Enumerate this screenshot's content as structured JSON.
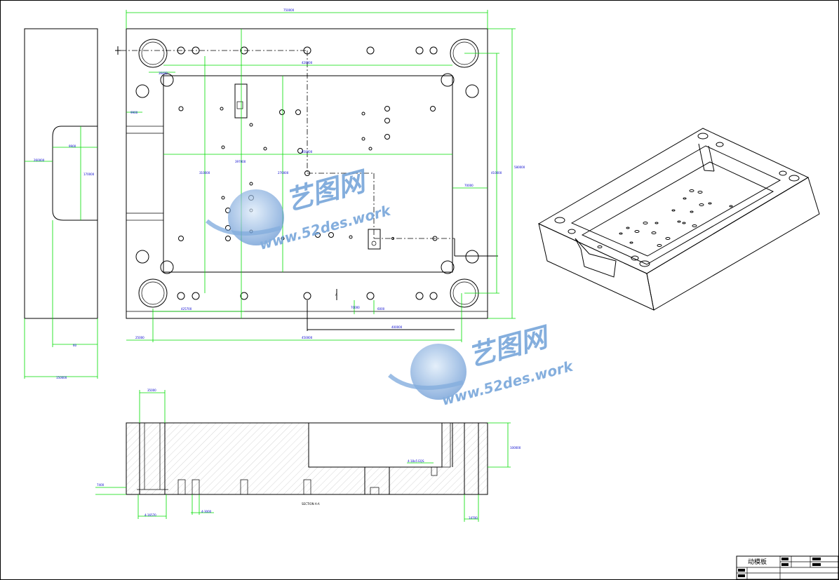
{
  "title_block": {
    "part_name": "动模板"
  },
  "watermark": {
    "brand": "艺图网",
    "url": "www.52des.work",
    "color": "#6fa0d8"
  },
  "dimensions": {
    "overall_width": "750000",
    "dim_650": "650000",
    "dim_420": "420000",
    "dim_side_width": "150000",
    "dim_cavity_depth": "170000",
    "dim_side_left": "260000",
    "dim_side_bottom": "60",
    "dim_ref1": "36400",
    "dim_ref2": "9900",
    "dim_h1": "580000",
    "dim_h2": "410000",
    "dim_h3": "310000",
    "dim_h4": "270000",
    "dim_spacing": "397000",
    "dim_x1": "425700",
    "dim_bot1": "25000",
    "dim_bot2": "450000",
    "dim_bot3": "400000",
    "dim_r1": "70000",
    "dim_r2": "6000",
    "dim_sec_top": "35000",
    "dim_sec_h": "100000",
    "dim_sec_left": "7400",
    "dim_holes1": "4-16570",
    "dim_holes2": "4-3000",
    "dim_holes3": "4-18x5 EQS",
    "dim_sec_right": "14700",
    "section_label": "SECTION A-A",
    "label_a": "A"
  },
  "colors": {
    "dimension_line": "#00dd00",
    "dimension_text": "#0000cc",
    "outline": "#000000"
  }
}
